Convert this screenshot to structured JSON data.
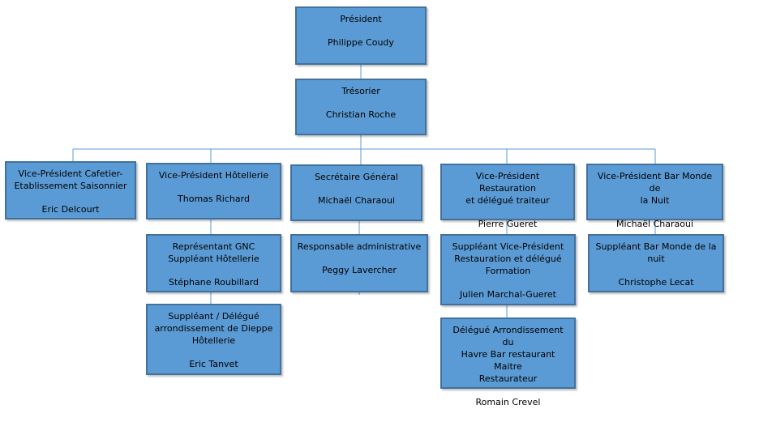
{
  "nodes": {
    "president": {
      "role": "Président",
      "name": "Philippe Coudy"
    },
    "tresorier": {
      "role": "Trésorier",
      "name": "Christian Roche"
    },
    "vp_cafetier": {
      "role": "Vice-Président Cafetier-\nEtablissement Saisonnier",
      "name": "Eric Delcourt"
    },
    "vp_hotellerie": {
      "role": "Vice-Président Hôtellerie",
      "name": "Thomas Richard"
    },
    "secretaire": {
      "role": "Secrétaire Général",
      "name": "Michaël Charaoui"
    },
    "vp_restauration": {
      "role": "Vice-Président Restauration\net délégué traiteur",
      "name": "Pierre Gueret"
    },
    "vp_bar": {
      "role": "Vice-Président Bar Monde de\nla Nuit",
      "name": "Michaël Charaoui"
    },
    "gnc": {
      "role": "Représentant GNC\nSuppléant Hôtellerie",
      "name": "Stéphane Roubillard"
    },
    "dieppe": {
      "role": "Suppléant / Délégué\narrondissement de Dieppe\nHôtellerie",
      "name": "Eric Tanvet"
    },
    "resp_admin": {
      "role": "Responsable administrative",
      "name": "Peggy Lavercher"
    },
    "suppl_restauration": {
      "role": "Suppléant Vice-Président\nRestauration et délégué\nFormation",
      "name": "Julien Marchal-Gueret"
    },
    "havre": {
      "role": "Délégué Arrondissement du\nHavre Bar restaurant Maitre\nRestaurateur",
      "name": "Romain Crevel"
    },
    "suppl_bar": {
      "role": "Suppléant Bar Monde de la\nnuit",
      "name": "Christophe Lecat"
    }
  }
}
